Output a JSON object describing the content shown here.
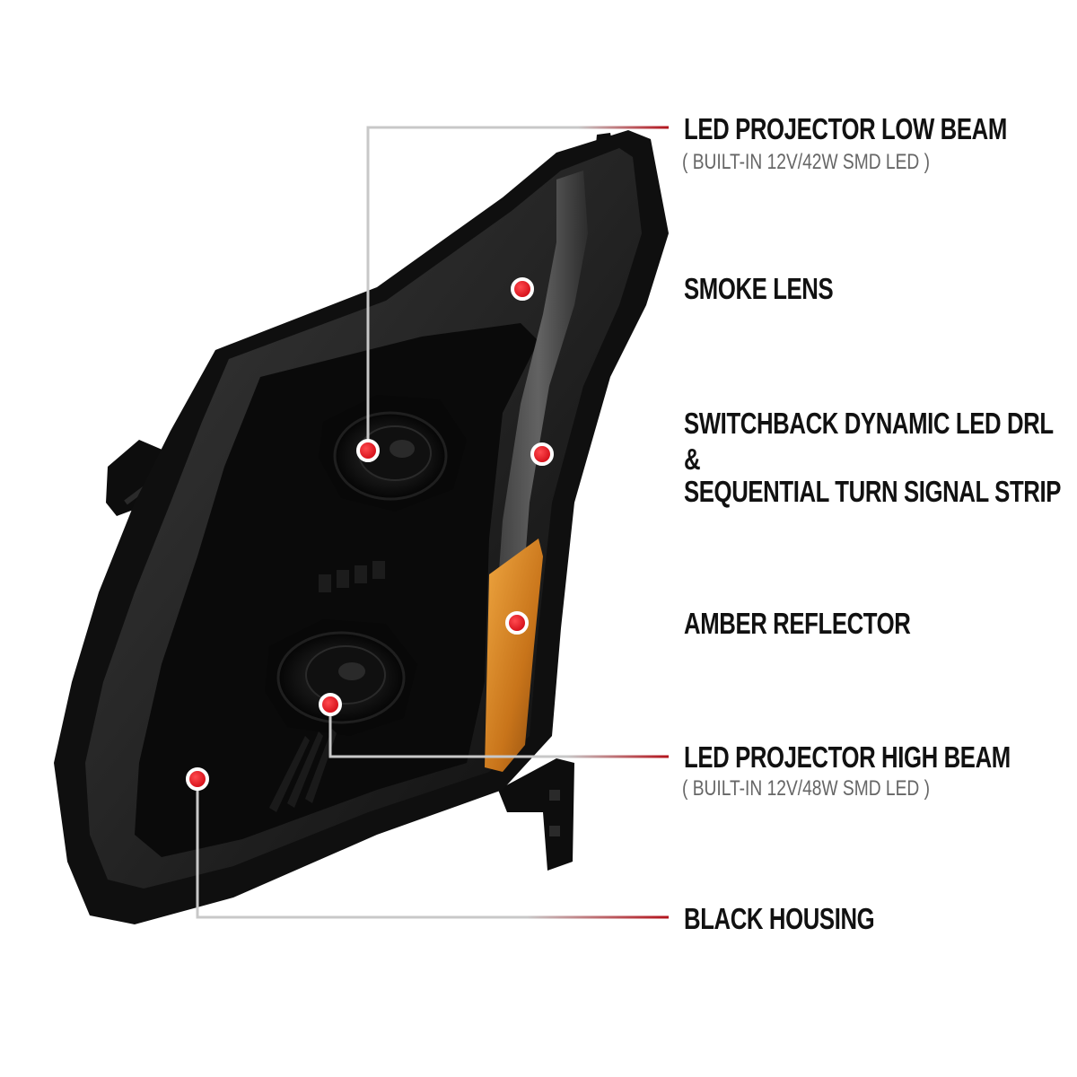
{
  "colors": {
    "background": "#ffffff",
    "leader_line": "#bdbdbd",
    "leader_accent": "#b3121b",
    "marker_red": "#e8121c",
    "housing_black": "#121212",
    "smoke_lens": "#4a4a4a",
    "amber": "#d98a1e",
    "title_text": "#111111",
    "subtitle_text": "#666666"
  },
  "product": {
    "image_subject": "headlight-assembly",
    "icon": "headlight-icon"
  },
  "callouts": [
    {
      "id": "low-beam",
      "title": "LED PROJECTOR LOW BEAM",
      "subtitle": "( BUILT-IN 12V/42W SMD LED )"
    },
    {
      "id": "smoke-lens",
      "title": "SMOKE LENS",
      "subtitle": ""
    },
    {
      "id": "drl",
      "title_line1": "SWITCHBACK DYNAMIC LED DRL",
      "title_line2": "&",
      "title_line3": "SEQUENTIAL TURN SIGNAL STRIP"
    },
    {
      "id": "amber-reflector",
      "title": "AMBER REFLECTOR",
      "subtitle": ""
    },
    {
      "id": "high-beam",
      "title": "LED PROJECTOR HIGH BEAM",
      "subtitle": "( BUILT-IN 12V/48W SMD LED )"
    },
    {
      "id": "black-housing",
      "title": "BLACK HOUSING",
      "subtitle": ""
    }
  ]
}
